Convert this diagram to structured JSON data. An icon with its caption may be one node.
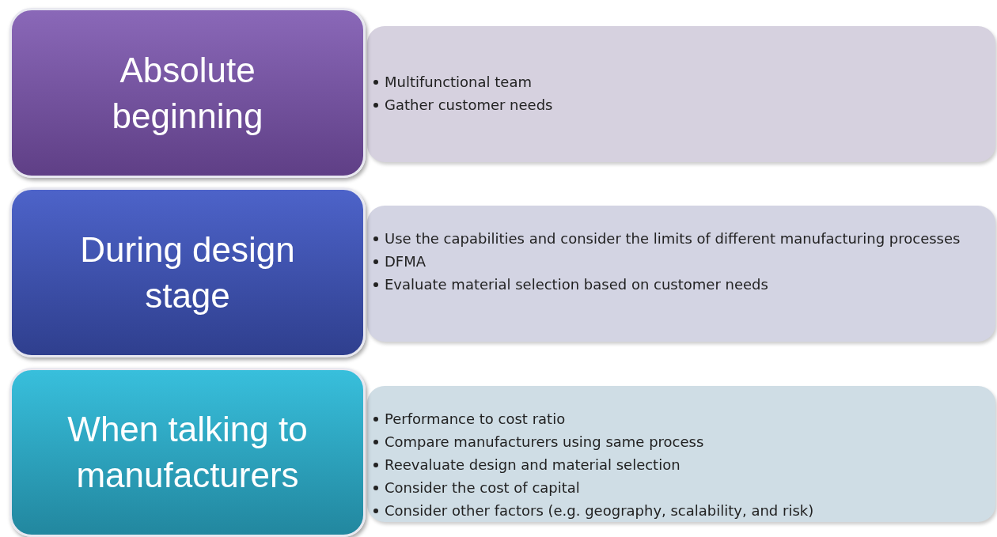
{
  "diagram": {
    "nodes": [
      {
        "text": [
          "Absolute beginning"
        ]
      },
      {
        "text": [
          "Multifunctional team",
          "Gather customer needs"
        ]
      },
      {
        "text": [
          "During design stage"
        ]
      },
      {
        "text": [
          "Use the capabilities and consider the limits of different manufacturing processes",
          "DFMA",
          "Evaluate material selection based on customer needs"
        ]
      },
      {
        "text": [
          "When talking to manufacturers"
        ]
      },
      {
        "text": [
          "Performance to cost ratio",
          "Compare manufacturers using same process",
          "Reevaluate design and material selection",
          "Consider the cost of capital",
          "Consider other factors (e.g. geography, scalability, and risk)"
        ]
      }
    ]
  }
}
